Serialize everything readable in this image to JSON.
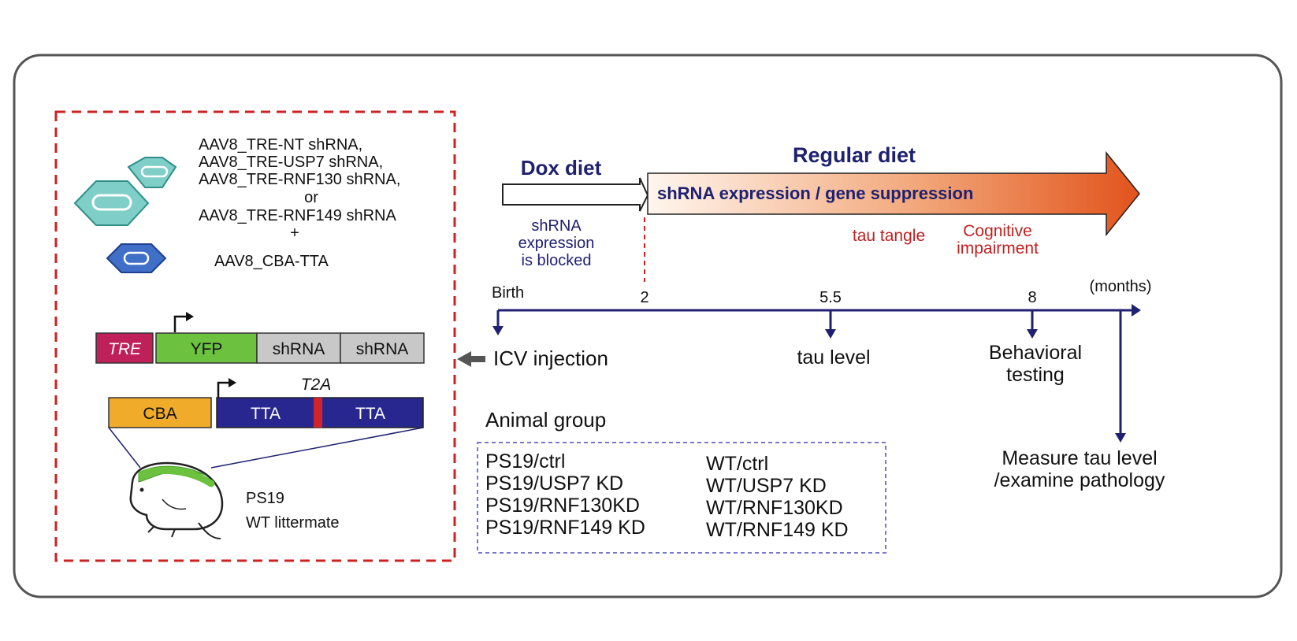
{
  "colors": {
    "outline": "#555555",
    "dashed_red": "#cc2222",
    "dashed_blue": "#7777cc",
    "navy": "#1f2170",
    "dark_red": "#c21f1f",
    "tre": "#c0205a",
    "yfp": "#6cc13f",
    "shrna_box": "#c8c8c8",
    "cba": "#f0ab2a",
    "tta": "#27278f",
    "capsid_teal": "#7fcfc8",
    "capsid_blue": "#3f6fc6",
    "arrow_start": "#fff6ee",
    "arrow_end": "#e2531c"
  },
  "vectors": {
    "lines": [
      "AAV8_TRE-NT shRNA,",
      "AAV8_TRE-USP7 shRNA,",
      "AAV8_TRE-RNF130 shRNA,",
      "or",
      "AAV8_TRE-RNF149 shRNA",
      "+",
      "AAV8_CBA-TTA"
    ],
    "icons": [
      "teal-capsid-icon",
      "teal-capsid-icon",
      "blue-capsid-icon"
    ]
  },
  "construct1": {
    "segments": [
      "TRE",
      "YFP",
      "shRNA",
      "shRNA"
    ]
  },
  "construct2": {
    "label_above": "T2A",
    "segments": [
      "CBA",
      "TTA",
      "TTA"
    ]
  },
  "mouse": {
    "labels": [
      "PS19",
      "WT littermate"
    ],
    "icon": "mouse-pup-icon"
  },
  "diet": {
    "dox_label": "Dox diet",
    "dox_note": [
      "shRNA",
      "expression",
      "is blocked"
    ],
    "regular_label": "Regular diet",
    "arrow_text": "shRNA expression / gene suppression",
    "tau_tangle": "tau tangle",
    "cognitive": [
      "Cognitive",
      "impairment"
    ]
  },
  "timeline": {
    "unit": "(months)",
    "ticks": [
      "Birth",
      "2",
      "5.5",
      "8"
    ],
    "events": {
      "birth": [
        "ICV injection"
      ],
      "tau": [
        "tau level"
      ],
      "behavior": [
        "Behavioral",
        "testing"
      ],
      "end": [
        "Measure tau level",
        "/examine pathology"
      ]
    }
  },
  "animal_group": {
    "title": "Animal group",
    "left": [
      "PS19/ctrl",
      "PS19/USP7 KD",
      "PS19/RNF130KD",
      "PS19/RNF149 KD"
    ],
    "right": [
      "WT/ctrl",
      "WT/USP7 KD",
      "WT/RNF130KD",
      "WT/RNF149 KD"
    ]
  }
}
